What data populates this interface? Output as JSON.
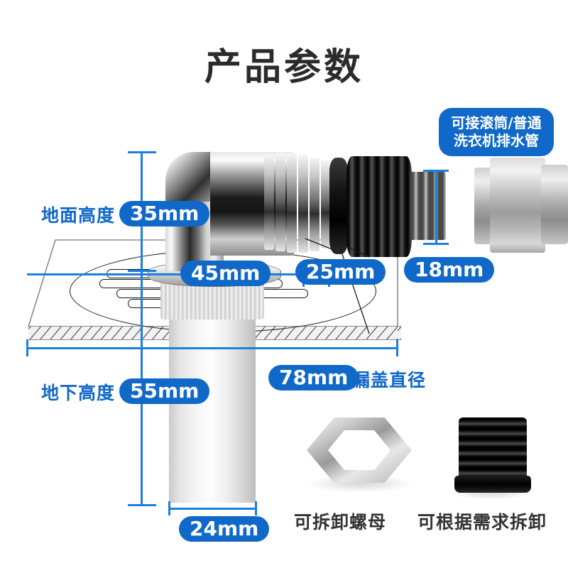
{
  "page": {
    "title": "产品参数",
    "accent_color": "#1068c8",
    "rule_color": "#1b7fe0",
    "background": "#ffffff"
  },
  "callout": {
    "compat_badge": "可接滚筒/普通\n洗衣机排水管"
  },
  "labels": {
    "above_ground": "地面高度",
    "below_ground": "地下高度",
    "drain_cover_diameter": "地漏盖直径"
  },
  "dimensions": {
    "above_ground_height": "35mm",
    "elbow_width": "45mm",
    "outlet_diameter": "25mm",
    "barb_diameter": "18mm",
    "cover_diameter": "78mm",
    "below_ground_height": "55mm",
    "pipe_diameter": "24mm"
  },
  "captions": {
    "nut": "可拆卸螺母",
    "plug": "可根据需求拆卸"
  },
  "parts": {
    "elbow": "chrome-elbow",
    "bellows": "black-bellows-adapter",
    "hose": "gray-washing-machine-hose",
    "nut": "chrome-hex-nut",
    "plug": "black-rubber-plug",
    "drain_cover": "floor-drain-cover",
    "floor": "floor-slab-cross-section"
  }
}
